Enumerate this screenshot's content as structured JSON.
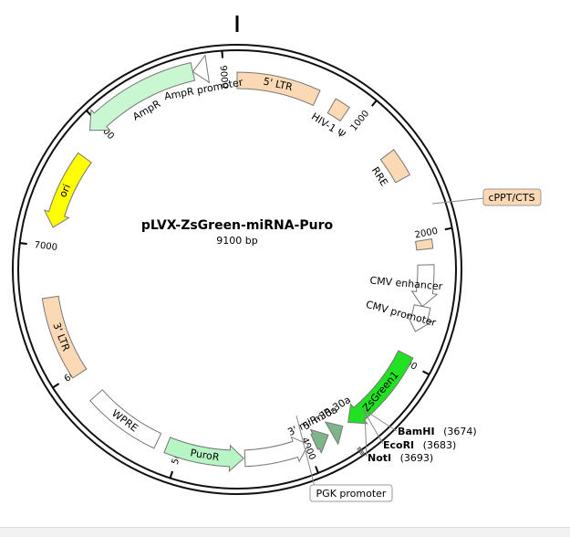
{
  "plasmid": {
    "name": "pLVX-ZsGreen-miRNA-Puro",
    "size_label": "9100 bp",
    "length": 9100
  },
  "ticks": [
    {
      "pos": 1000,
      "label": "1000"
    },
    {
      "pos": 2000,
      "label": "2000"
    },
    {
      "pos": 3000,
      "label": "3000"
    },
    {
      "pos": 4000,
      "label": "4000"
    },
    {
      "pos": 5000,
      "label": "5000"
    },
    {
      "pos": 6000,
      "label": "6000"
    },
    {
      "pos": 7000,
      "label": "7000"
    },
    {
      "pos": 8000,
      "label": "8000"
    },
    {
      "pos": 9000,
      "label": "9000"
    }
  ],
  "features": [
    {
      "id": "5ltr",
      "label": "5' LTR",
      "start": 0,
      "end": 630,
      "dir": "none",
      "lane": "mid",
      "color": "#fbd9b5",
      "label_pos": "inside"
    },
    {
      "id": "hiv1",
      "label": "HIV-1 Ψ",
      "start": 760,
      "end": 880,
      "dir": "none",
      "lane": "mid",
      "color": "#fbd9b5",
      "label_pos": "inner"
    },
    {
      "id": "rre",
      "label": "RRE",
      "start": 1330,
      "end": 1550,
      "dir": "none",
      "lane": "mid",
      "color": "#fbd9b5",
      "label_pos": "inner"
    },
    {
      "id": "cppt",
      "label": "cPPT/CTS",
      "start": 2050,
      "end": 2120,
      "dir": "none",
      "lane": "mid",
      "color": "#fbd9b5",
      "label_pos": "callout"
    },
    {
      "id": "cmvenh",
      "label": "CMV enhancer",
      "start": 2240,
      "end": 2560,
      "dir": "cw",
      "lane": "mid",
      "color": "#ffffff",
      "label_pos": "inner"
    },
    {
      "id": "cmvprom",
      "label": "CMV promoter",
      "start": 2560,
      "end": 2760,
      "dir": "cw",
      "lane": "mid",
      "color": "#ffffff",
      "label_pos": "inner"
    },
    {
      "id": "zsgreen",
      "label": "ZsGreen1",
      "start": 2950,
      "end": 3640,
      "dir": "cw",
      "lane": "mid",
      "color": "#22e022",
      "label_pos": "inside"
    },
    {
      "id": "mir5",
      "label": "5' miR-30a",
      "start": 3690,
      "end": 3790,
      "dir": "ccw",
      "lane": "mid",
      "color": "#7fb58b",
      "label_pos": "inner"
    },
    {
      "id": "mir3",
      "label": "3' miR-30a",
      "start": 3820,
      "end": 3940,
      "dir": "ccw",
      "lane": "mid",
      "color": "#7fb58b",
      "label_pos": "inner"
    },
    {
      "id": "pgk",
      "label": "PGK promoter",
      "start": 3990,
      "end": 4490,
      "dir": "ccw",
      "lane": "mid",
      "color": "#ffffff",
      "label_pos": "callout"
    },
    {
      "id": "puror",
      "label": "PuroR",
      "start": 4500,
      "end": 5100,
      "dir": "ccw",
      "lane": "mid",
      "color": "#b8f5c4",
      "label_pos": "inside"
    },
    {
      "id": "wpre",
      "label": "WPRE",
      "start": 5180,
      "end": 5770,
      "dir": "none",
      "lane": "mid",
      "color": "#ffffff",
      "label_pos": "inside"
    },
    {
      "id": "3ltr",
      "label": "3' LTR",
      "start": 5980,
      "end": 6610,
      "dir": "none",
      "lane": "mid",
      "color": "#fbd9b5",
      "label_pos": "inside"
    },
    {
      "id": "ori",
      "label": "ori",
      "start": 7150,
      "end": 7740,
      "dir": "ccw",
      "lane": "mid",
      "color": "#ffff00",
      "label_pos": "inside"
    },
    {
      "id": "ampr",
      "label": "AmpR",
      "start": 7920,
      "end": 8780,
      "dir": "ccw",
      "lane": "outer",
      "color": "#c8f7d1",
      "label_pos": "inner"
    },
    {
      "id": "ampprom",
      "label": "AmpR promoter",
      "start": 8780,
      "end": 8885,
      "dir": "ccw",
      "lane": "outer",
      "color": "#ffffff",
      "label_pos": "inner"
    }
  ],
  "sites": [
    {
      "name": "BamHI",
      "pos_label": "(3674)",
      "pos": 3674
    },
    {
      "name": "EcoRI",
      "pos_label": "(3683)",
      "pos": 3683
    },
    {
      "name": "NotI",
      "pos_label": "(3693)",
      "pos": 3693
    }
  ]
}
